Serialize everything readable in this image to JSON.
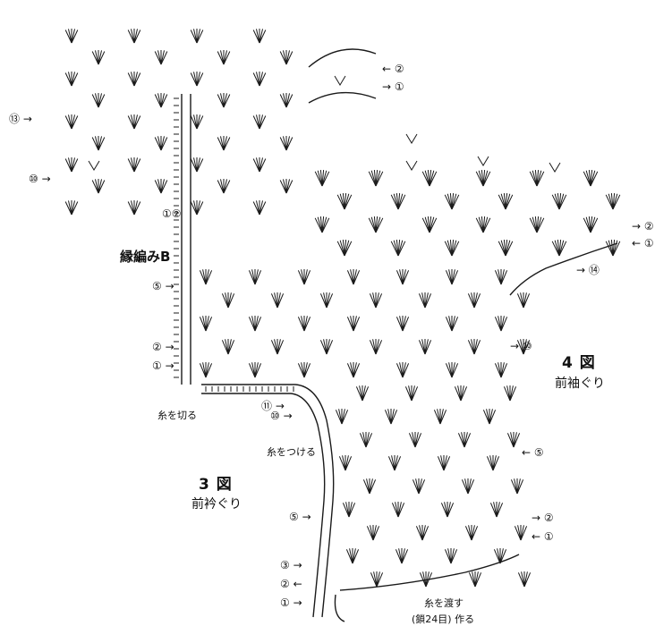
{
  "labels": {
    "edging_b": "縁編みB",
    "cut_yarn": "糸を切る",
    "attach_yarn": "糸をつける",
    "fig3_num": "3 図",
    "fig3_name": "前衿ぐり",
    "fig4_num": "4 図",
    "fig4_name": "前袖ぐり",
    "pass_yarn": "糸を渡す",
    "chain_note": "(鎖24目) 作る"
  },
  "row_markers": {
    "r13": "⑬",
    "r10": "⑩",
    "r1": "①",
    "r2": "②",
    "r5": "⑤",
    "r3": "③",
    "r11": "⑪",
    "r14": "⑭",
    "r12": "⑫"
  },
  "colors": {
    "ink": "#1a1a1a",
    "background": "#ffffff"
  }
}
